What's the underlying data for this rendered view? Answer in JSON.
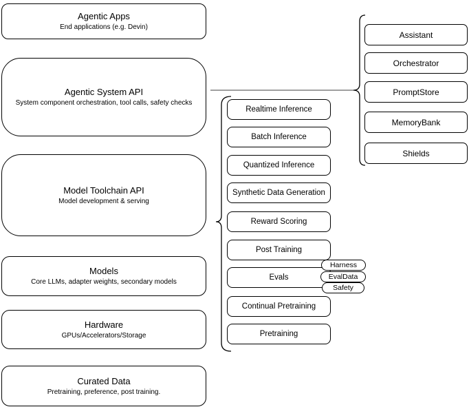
{
  "layers": [
    {
      "title": "Agentic Apps",
      "subtitle": "End applications (e.g. Devin)"
    },
    {
      "title": "Agentic System API",
      "subtitle": "System component orchestration, tool calls, safety checks"
    },
    {
      "title": "Model Toolchain API",
      "subtitle": "Model development & serving"
    },
    {
      "title": "Models",
      "subtitle": "Core LLMs, adapter weights, secondary models"
    },
    {
      "title": "Hardware",
      "subtitle": "GPUs/Accelerators/Storage"
    },
    {
      "title": "Curated Data",
      "subtitle": "Pretraining, preference, post training."
    }
  ],
  "toolchain_services": [
    "Realtime Inference",
    "Batch Inference",
    "Quantized Inference",
    "Synthetic Data Generation",
    "Reward Scoring",
    "Post Training",
    "Evals",
    "Continual Pretraining",
    "Pretraining"
  ],
  "system_components": [
    "Assistant",
    "Orchestrator",
    "PromptStore",
    "MemoryBank",
    "Shields"
  ],
  "eval_tags": [
    "Harness",
    "EvalData",
    "Safety"
  ],
  "colors": {
    "stroke": "#000000",
    "fill": "#ffffff",
    "connector": "#666666",
    "background": "#ffffff"
  }
}
